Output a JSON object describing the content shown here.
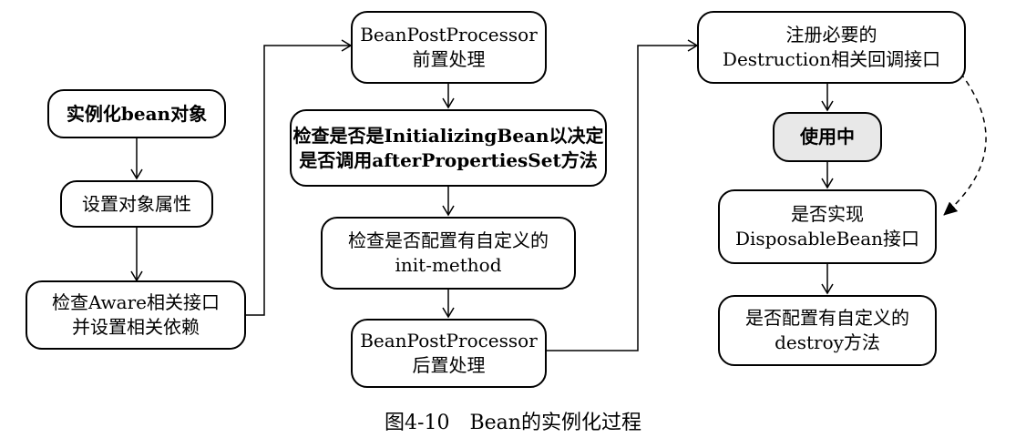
{
  "nodes": {
    "instantiate": [
      "实例化bean对象"
    ],
    "set_props": [
      "设置对象属性"
    ],
    "aware": [
      "检查Aware相关接口",
      "并设置相关依赖"
    ],
    "bpp_before": [
      "BeanPostProcessor",
      "前置处理"
    ],
    "initializing": [
      "检查是否是InitializingBean以决定",
      "是否调用afterPropertiesSet方法"
    ],
    "init_method": [
      "检查是否配置有自定义的",
      "init-method"
    ],
    "bpp_after": [
      "BeanPostProcessor",
      "后置处理"
    ],
    "register_destruction": [
      "注册必要的",
      "Destruction相关回调接口"
    ],
    "in_use": [
      "使用中"
    ],
    "disposable": [
      "是否实现",
      "DisposableBean接口"
    ],
    "destroy_method": [
      "是否配置有自定义的",
      "destroy方法"
    ]
  },
  "caption": "图4-10　Bean的实例化过程"
}
